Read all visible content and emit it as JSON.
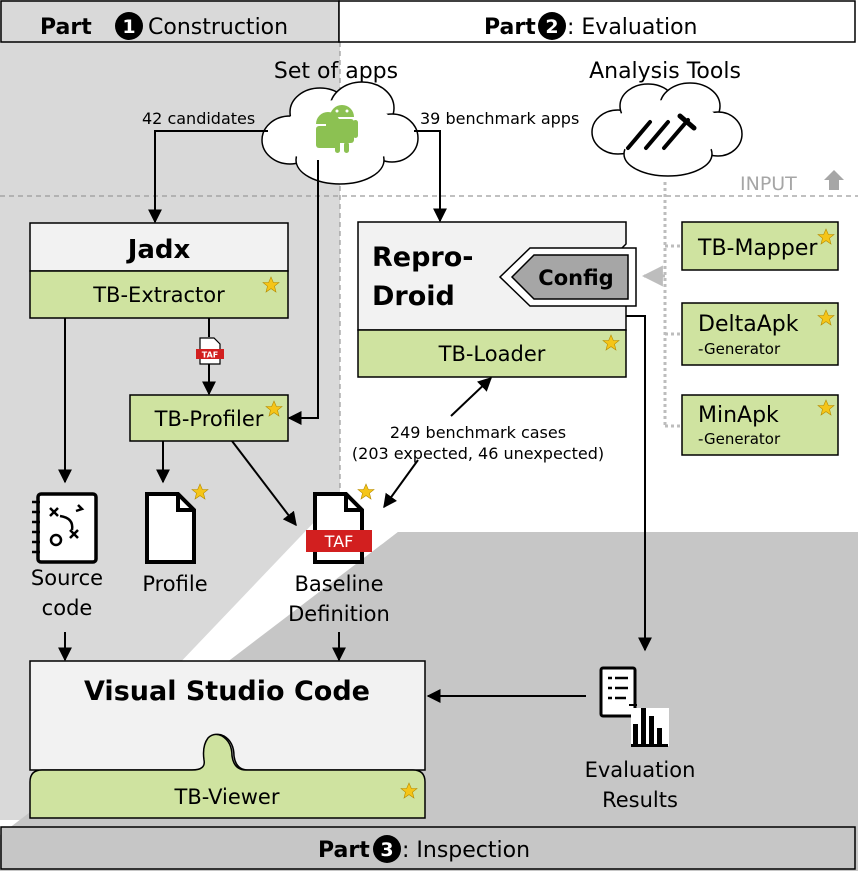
{
  "parts": {
    "part1_label": "Part",
    "part1_number": "1",
    "part1_title": "Construction",
    "part2_label": "Part",
    "part2_number": "2",
    "part2_title": ": Evaluation",
    "part3_label": "Part",
    "part3_number": "3",
    "part3_title": ": Inspection"
  },
  "input_label": "INPUT",
  "apps": {
    "title": "Set of apps",
    "candidates_label": "42 candidates",
    "benchmark_apps_label": "39 benchmark apps"
  },
  "analysis_tools": {
    "title": "Analysis Tools"
  },
  "jadx": {
    "title": "Jadx",
    "extractor": "TB-Extractor"
  },
  "profiler": "TB-Profiler",
  "taf_small": "TAF",
  "reprodroid": {
    "title_line1": "Repro-",
    "title_line2": "Droid",
    "config": "Config",
    "loader": "TB-Loader"
  },
  "tools": {
    "mapper": "TB-Mapper",
    "delta_line1": "DeltaApk",
    "delta_line2": "-Generator",
    "minapk_line1": "MinApk",
    "minapk_line2": "-Generator"
  },
  "cases": {
    "line1": "249 benchmark cases",
    "line2": "(203 expected, 46 unexpected)"
  },
  "outputs": {
    "source_line1": "Source",
    "source_line2": "code",
    "profile": "Profile",
    "taf": "TAF",
    "baseline_line1": "Baseline",
    "baseline_line2": "Definition",
    "eval_line1": "Evaluation",
    "eval_line2": "Results"
  },
  "vscode": {
    "title": "Visual Studio Code",
    "viewer": "TB-Viewer"
  },
  "colors": {
    "green": "#cfe3a0",
    "gray_light": "#d9d9d9",
    "gray_mid": "#c6c6c6",
    "gray_dark": "#b5b5b5",
    "star": "#f5c518",
    "taf_red": "#d21f1f",
    "android_green": "#8cc152"
  }
}
